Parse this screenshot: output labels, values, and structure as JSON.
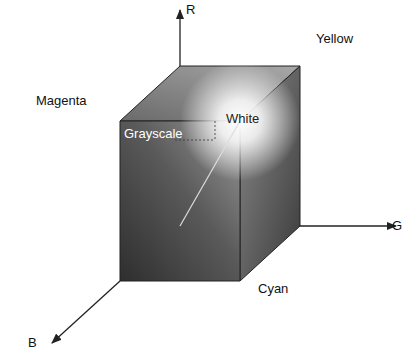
{
  "diagram": {
    "labels": [
      "R",
      "Yellow",
      "Magenta",
      "White",
      "Grayscale",
      "G",
      "Cyan",
      "B"
    ]
  }
}
